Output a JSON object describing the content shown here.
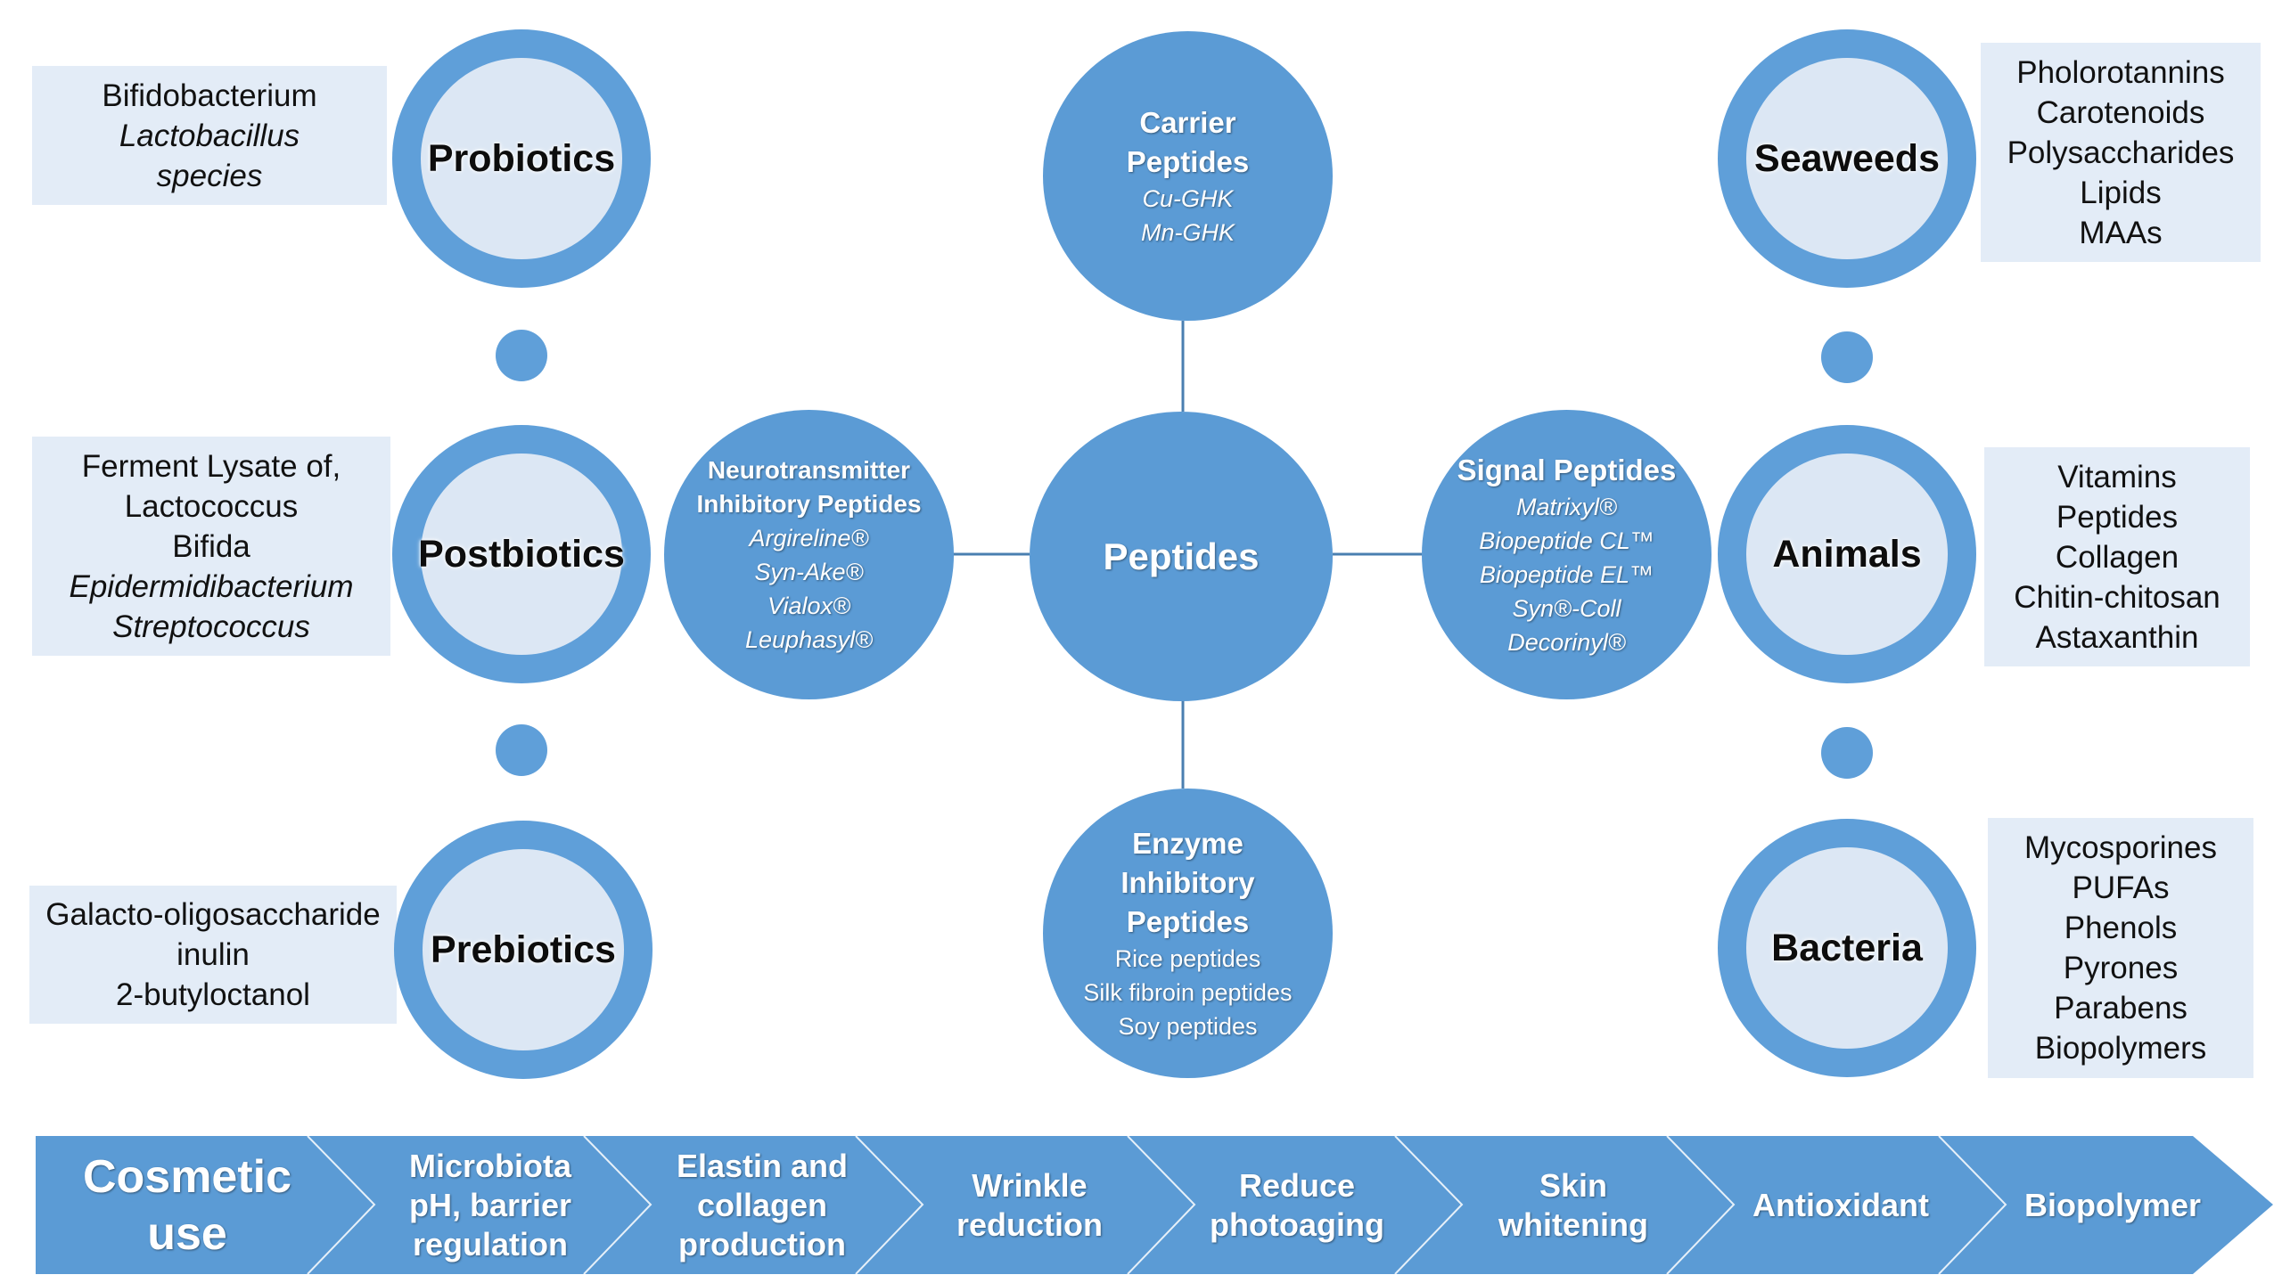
{
  "colors": {
    "accent": "#5b9bd5",
    "ring_inner": "#dce7f4",
    "box_bg": "#e3ecf7"
  },
  "left": {
    "probiotics": {
      "label": "Probiotics",
      "items": [
        "Bifidobacterium",
        "Lactobacillus",
        "species"
      ]
    },
    "postbiotics": {
      "label": "Postbiotics",
      "items": [
        "Ferment Lysate of,",
        "Lactococcus",
        "Bifida",
        "Epidermidibacterium",
        "Streptococcus"
      ]
    },
    "prebiotics": {
      "label": "Prebiotics",
      "items": [
        "Galacto-oligosaccharide",
        "inulin",
        "2-butyloctanol"
      ]
    }
  },
  "right": {
    "seaweeds": {
      "label": "Seaweeds",
      "items": [
        "Pholorotannins",
        "Carotenoids",
        "Polysaccharides",
        "Lipids",
        "MAAs"
      ]
    },
    "animals": {
      "label": "Animals",
      "items": [
        "Vitamins",
        "Peptides",
        "Collagen",
        "Chitin-chitosan",
        "Astaxanthin"
      ]
    },
    "bacteria": {
      "label": "Bacteria",
      "items": [
        "Mycosporines",
        "PUFAs",
        "Phenols",
        "Pyrones",
        "Parabens",
        "Biopolymers"
      ]
    }
  },
  "peptides": {
    "center": "Peptides",
    "carrier": {
      "title": [
        "Carrier",
        "Peptides"
      ],
      "items": [
        "Cu-GHK",
        "Mn-GHK"
      ]
    },
    "neuro": {
      "title": [
        "Neurotransmitter",
        "Inhibitory Peptides"
      ],
      "items": [
        "Argireline®",
        "Syn-Ake®",
        "Vialox®",
        "Leuphasyl®"
      ]
    },
    "signal": {
      "title": [
        "Signal Peptides"
      ],
      "items": [
        "Matrixyl®",
        "Biopeptide CL™",
        "Biopeptide EL™",
        "Syn®-Coll",
        "Decorinyl®"
      ]
    },
    "enzyme": {
      "title": [
        "Enzyme",
        "Inhibitory",
        "Peptides"
      ],
      "items": [
        "Rice peptides",
        "Silk fibroin peptides",
        "Soy peptides"
      ]
    }
  },
  "cosmetic_use": [
    "Cosmetic\nuse",
    "Microbiota\npH, barrier\nregulation",
    "Elastin and\ncollagen\nproduction",
    "Wrinkle\nreduction",
    "Reduce\nphotoaging",
    "Skin\nwhitening",
    "Antioxidant",
    "Biopolymer"
  ]
}
